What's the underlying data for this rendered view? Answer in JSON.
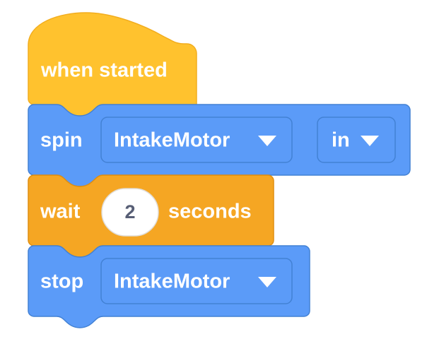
{
  "app": {
    "name": "VEXcode Block Editor",
    "canvas_background": "#ffffff"
  },
  "palette": {
    "event_orange": "#ffc22e",
    "event_orange_stroke": "#f2ad1e",
    "motion_blue": "#5b9bf8",
    "motion_blue_stroke": "#4281d4",
    "control_orange": "#f5a623",
    "control_orange_stroke": "#e08e10",
    "field_white": "#ffffff",
    "field_text": "#575e75",
    "block_text": "#ffffff"
  },
  "script": {
    "name": "when-started-stack",
    "blocks": [
      {
        "id": "when-started",
        "type": "hat",
        "category": "event",
        "label": "when started",
        "color": "#ffc22e"
      },
      {
        "id": "spin",
        "type": "stack",
        "category": "motion",
        "label": "spin",
        "color": "#5b9bf8",
        "fields": [
          {
            "name": "motor-dropdown",
            "kind": "dropdown",
            "value": "IntakeMotor",
            "icon": "chevron-down-icon"
          },
          {
            "name": "direction-dropdown",
            "kind": "dropdown",
            "value": "in",
            "icon": "chevron-down-icon"
          }
        ]
      },
      {
        "id": "wait",
        "type": "stack",
        "category": "control",
        "label": "wait",
        "label_suffix": "seconds",
        "color": "#f5a623",
        "fields": [
          {
            "name": "duration-input",
            "kind": "number",
            "value": "2",
            "unit": "seconds"
          }
        ]
      },
      {
        "id": "stop",
        "type": "stack",
        "category": "motion",
        "label": "stop",
        "color": "#5b9bf8",
        "fields": [
          {
            "name": "motor-dropdown",
            "kind": "dropdown",
            "value": "IntakeMotor",
            "icon": "chevron-down-icon"
          }
        ]
      }
    ]
  }
}
